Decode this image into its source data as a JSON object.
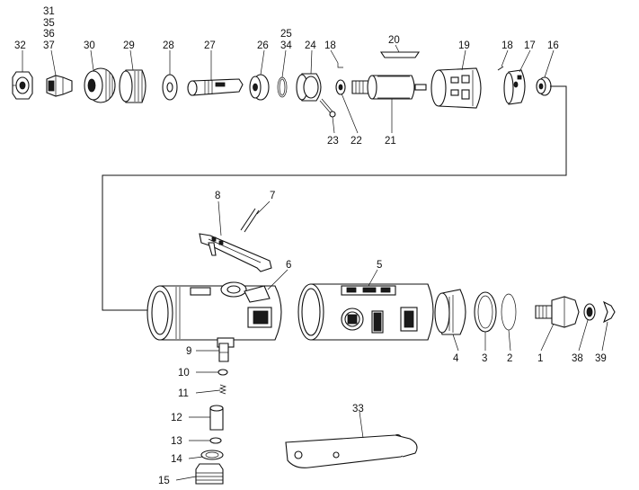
{
  "colors": {
    "line": "#111111",
    "background": "#ffffff"
  },
  "parts": [
    {
      "id": "p31",
      "label": "31"
    },
    {
      "id": "p35",
      "label": "35"
    },
    {
      "id": "p36",
      "label": "36"
    },
    {
      "id": "p37",
      "label": "37"
    },
    {
      "id": "p32",
      "label": "32"
    },
    {
      "id": "p30",
      "label": "30"
    },
    {
      "id": "p29",
      "label": "29"
    },
    {
      "id": "p28",
      "label": "28"
    },
    {
      "id": "p27",
      "label": "27"
    },
    {
      "id": "p26",
      "label": "26"
    },
    {
      "id": "p25",
      "label": "25"
    },
    {
      "id": "p34",
      "label": "34"
    },
    {
      "id": "p24",
      "label": "24"
    },
    {
      "id": "p18a",
      "label": "18"
    },
    {
      "id": "p20",
      "label": "20"
    },
    {
      "id": "p19",
      "label": "19"
    },
    {
      "id": "p18b",
      "label": "18"
    },
    {
      "id": "p17",
      "label": "17"
    },
    {
      "id": "p16",
      "label": "16"
    },
    {
      "id": "p23",
      "label": "23"
    },
    {
      "id": "p22",
      "label": "22"
    },
    {
      "id": "p21",
      "label": "21"
    },
    {
      "id": "p8",
      "label": "8"
    },
    {
      "id": "p7",
      "label": "7"
    },
    {
      "id": "p6",
      "label": "6"
    },
    {
      "id": "p5",
      "label": "5"
    },
    {
      "id": "p9",
      "label": "9"
    },
    {
      "id": "p10",
      "label": "10"
    },
    {
      "id": "p11",
      "label": "11"
    },
    {
      "id": "p12",
      "label": "12"
    },
    {
      "id": "p13",
      "label": "13"
    },
    {
      "id": "p14",
      "label": "14"
    },
    {
      "id": "p15",
      "label": "15"
    },
    {
      "id": "p4",
      "label": "4"
    },
    {
      "id": "p3",
      "label": "3"
    },
    {
      "id": "p2",
      "label": "2"
    },
    {
      "id": "p1",
      "label": "1"
    },
    {
      "id": "p38",
      "label": "38"
    },
    {
      "id": "p39",
      "label": "39"
    },
    {
      "id": "p33",
      "label": "33"
    }
  ]
}
